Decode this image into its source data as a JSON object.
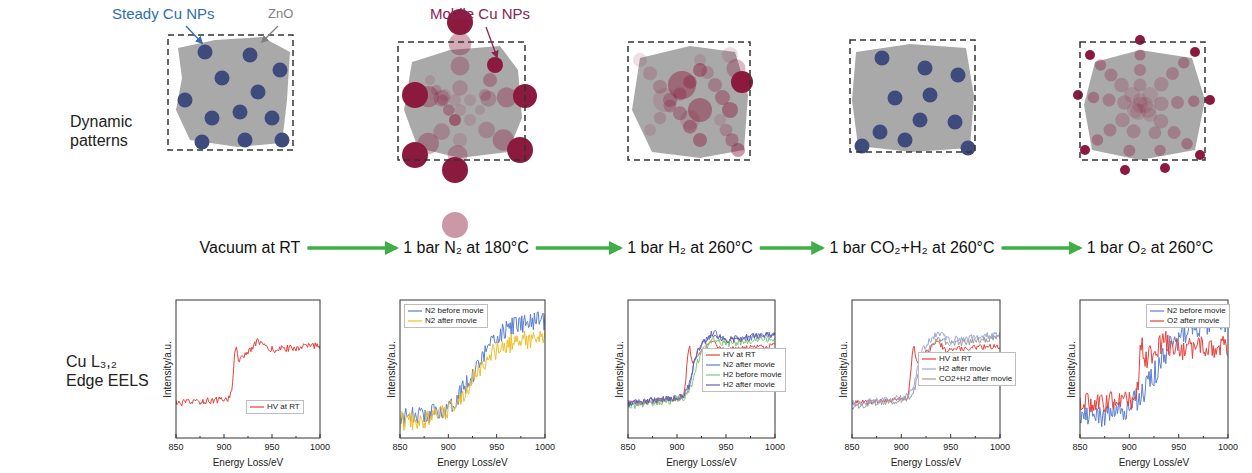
{
  "diagram": {
    "nodes": [
      {
        "text": [
          "Vacuum at RT"
        ]
      },
      {
        "text": [
          "1 bar N₂ at 180°C"
        ]
      },
      {
        "text": [
          "1 bar H₂ at 260°C"
        ]
      },
      {
        "text": [
          "1 bar CO₂+H₂ at 260°C"
        ]
      },
      {
        "text": [
          "1 bar O₂ at 260°C"
        ]
      }
    ],
    "edges": [
      {
        "from": 0,
        "to": 1,
        "arrow": "to"
      },
      {
        "from": 1,
        "to": 2,
        "arrow": "to"
      },
      {
        "from": 2,
        "to": 3,
        "arrow": "to"
      },
      {
        "from": 3,
        "to": 4,
        "arrow": "to"
      }
    ],
    "labels": [
      "Dynamic patterns",
      "Steady Cu NPs",
      "ZnO",
      "Mobile Cu NPs",
      "Cu L₃,₂ Edge EELS",
      "Intensity/a.u.",
      "850",
      "900",
      "950",
      "1000",
      "Energy Loss/eV",
      "Intensity/a.u.",
      "850",
      "900",
      "950",
      "1000",
      "Energy Loss/eV",
      "Intensity/a.u.",
      "850",
      "900",
      "950",
      "1000",
      "Energy Loss/eV",
      "Intensity/a.u.",
      "850",
      "900",
      "950",
      "1000",
      "Energy Loss/eV",
      "Intensity/a.u.",
      "850",
      "900",
      "950",
      "1000",
      "Energy Loss/eV"
    ],
    "legend": [
      {
        "text": "HV at RT"
      },
      {
        "text": "N2 before movie"
      },
      {
        "text": "N2 after movie"
      },
      {
        "text": "HV at RT"
      },
      {
        "text": "N2 after movie"
      },
      {
        "text": "H2 before movie"
      },
      {
        "text": "H2 after movie"
      },
      {
        "text": "HV at RT"
      },
      {
        "text": "H2 after movie"
      },
      {
        "text": "CO2+H2 after movie"
      },
      {
        "text": "N2 before movie"
      },
      {
        "text": "O2 after movie"
      }
    ]
  }
}
